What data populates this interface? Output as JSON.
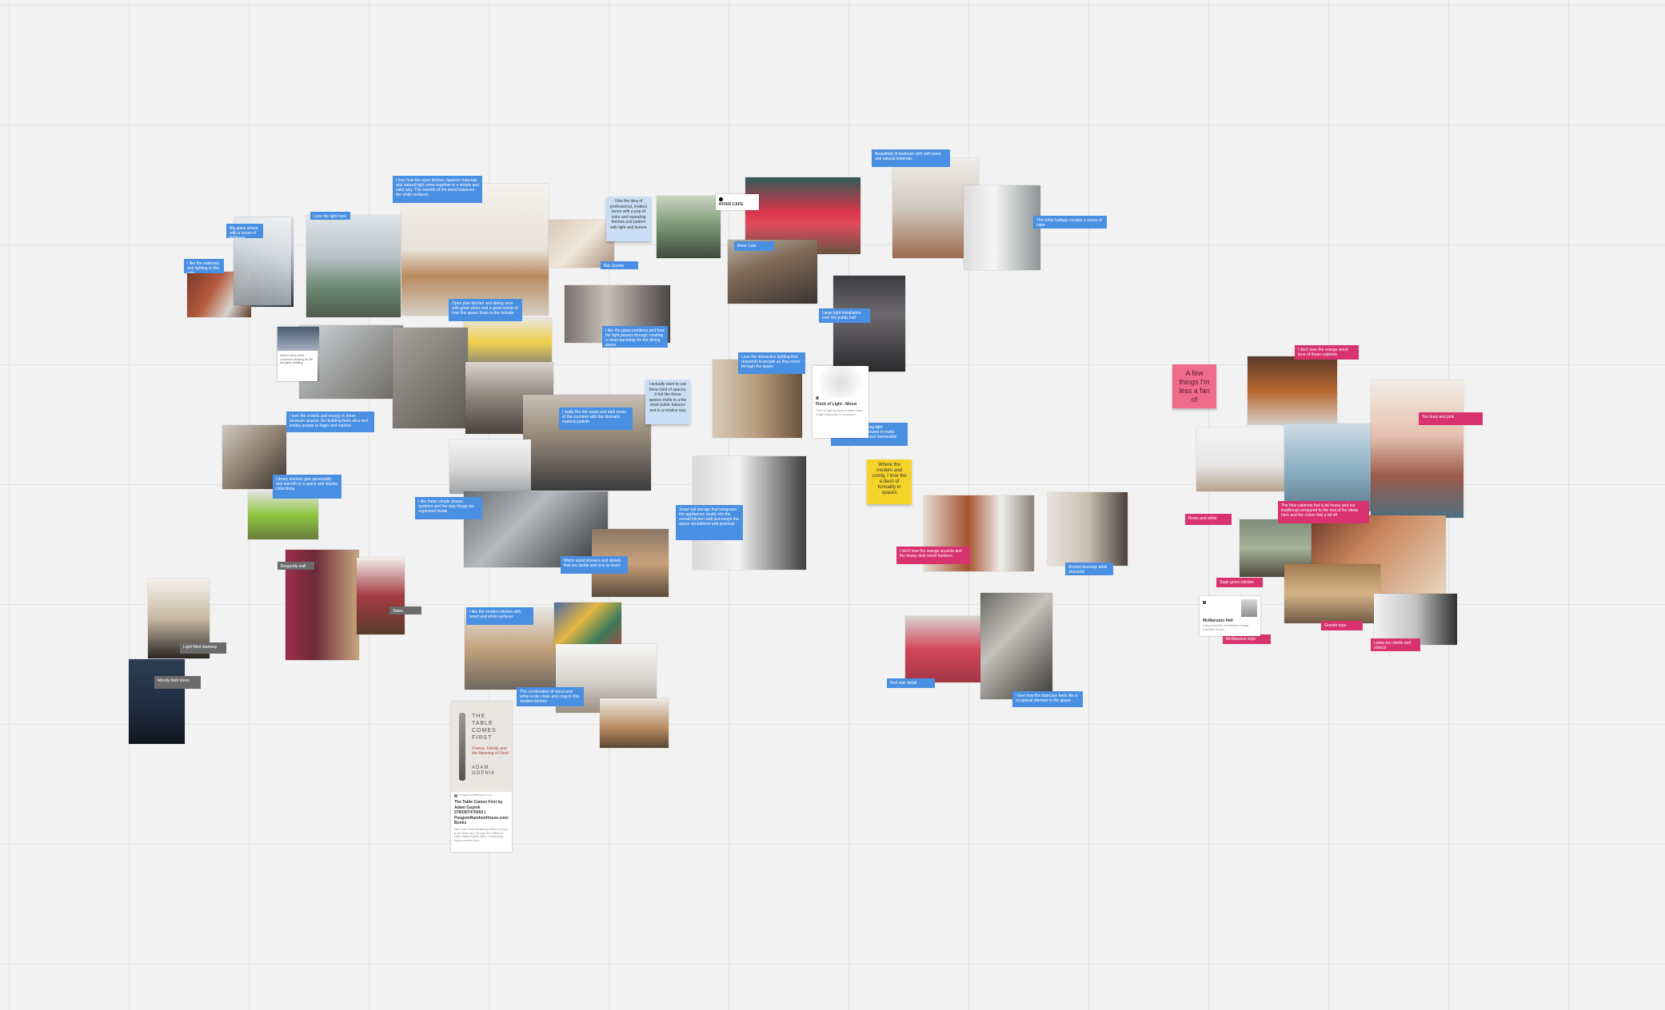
{
  "board": {
    "sticky_notes": [
      {
        "text": "A few things I'm less a fan of",
        "color": "#f06b8a"
      },
      {
        "text": "I like the idea of  professional, modest tones with a pop of color and repeating themes and pattern with light and texture",
        "color": "#c9def6"
      },
      {
        "text": "I actually want to use these kind of spaces. It felt like these spaces invite in a the most public balance and in a relative way",
        "color": "#c9def6"
      },
      {
        "text": "Where the modern and comfy, I love the a dash of formality in spaces",
        "color": "#f5d328"
      }
    ],
    "cards": [
      {
        "title": "RIVER CAFE",
        "source": ""
      },
      {
        "title": "Flock of Light - Mosei",
        "source": "",
        "body": "Flock of Light by Mosei creates a field of light responsive to movement"
      },
      {
        "title": "The Table Comes First by Adam Gopnik 9780307476562 | PenguinRandomHouse.com: Books",
        "source": "penguinrandomhouse.com",
        "book_title": "THE TABLE COMES FIRST",
        "book_subtitle": "France, Family, and the Meaning of Food",
        "book_author": "ADAM GOPNIK",
        "body": "New York Times bestselling author of Paris to the Moon and Through the Children's Gate, Adam Gopnik offers a fascinating look at modern food"
      },
      {
        "title": "McMansion Hell",
        "source": "",
        "body": "A blog about the architecture of large suburban houses"
      },
      {
        "title": "",
        "source": "",
        "body": "Interior views of the concourse showing the tile and glass detailing"
      }
    ]
  }
}
